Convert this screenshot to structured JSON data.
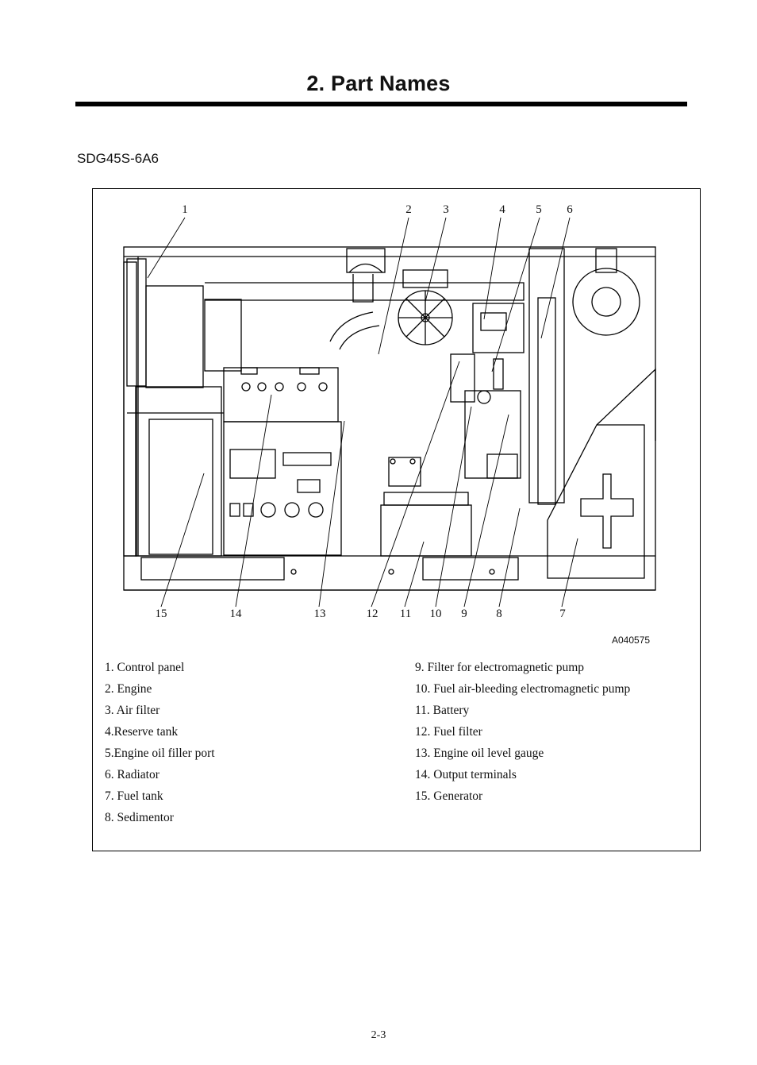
{
  "page": {
    "title": "2. Part Names",
    "model": "SDG45S-6A6",
    "page_number": "2-3"
  },
  "figure": {
    "code": "A040575",
    "callouts": [
      "1",
      "2",
      "3",
      "4",
      "5",
      "6",
      "15",
      "14",
      "13",
      "12",
      "11",
      "10",
      "9",
      "8",
      "7"
    ]
  },
  "legend": {
    "left": [
      "1. Control panel",
      "2. Engine",
      "3. Air filter",
      "4.Reserve tank",
      "5.Engine oil filler port",
      "6. Radiator",
      "7. Fuel tank",
      "8. Sedimentor"
    ],
    "right": [
      "9. Filter for electromagnetic pump",
      "10. Fuel air-bleeding electromagnetic pump",
      "11. Battery",
      "12. Fuel filter",
      "13. Engine oil level gauge",
      "14. Output terminals",
      "15. Generator"
    ]
  }
}
